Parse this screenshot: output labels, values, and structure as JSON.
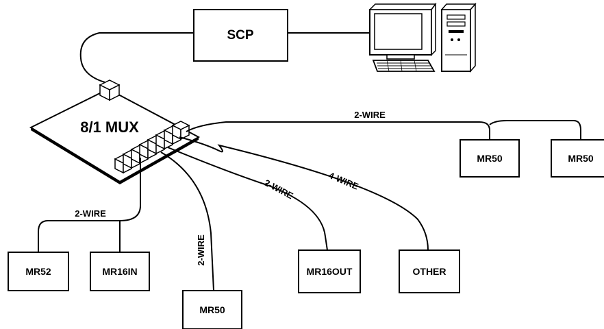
{
  "diagram": {
    "scp_label": "SCP",
    "mux_label": "8/1 MUX",
    "nodes": {
      "mr50_a": "MR50",
      "mr50_b": "MR50",
      "mr52": "MR52",
      "mr16in": "MR16IN",
      "mr50_c": "MR50",
      "mr16out": "MR16OUT",
      "other": "OTHER"
    },
    "wires": {
      "top_right": "2-WIRE",
      "left_bottom": "2-WIRE",
      "vertical": "2-WIRE",
      "middle": "2-WIRE",
      "four_wire": "4-WIRE"
    },
    "icons": [
      "computer-monitor-icon",
      "keyboard-icon",
      "tower-pc-icon"
    ]
  }
}
